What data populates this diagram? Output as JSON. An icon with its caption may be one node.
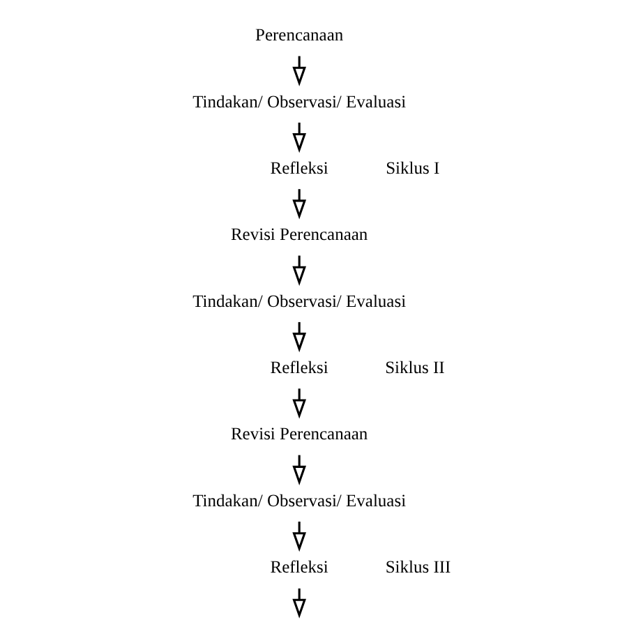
{
  "diagram": {
    "nodes": [
      {
        "text": [
          "Perencanaan"
        ]
      },
      {
        "text": [
          "Refleksi"
        ]
      },
      {
        "text": [
          "Tindakan/ Observasi/ Evaluasi"
        ]
      },
      {
        "text": [
          "Revisi Perencanaan"
        ]
      },
      {
        "text": [
          "Refleksi"
        ]
      },
      {
        "text": [
          "Tindakan/ Observasi/ Evaluasi"
        ]
      },
      {
        "text": [
          "Revisi Perencanaan"
        ]
      },
      {
        "text": [
          "Refleksi"
        ]
      },
      {
        "text": [
          "Tindakan/ Observasi/ Evaluasi"
        ]
      }
    ],
    "edges": [
      {
        "from": 0,
        "to": 2,
        "arrow": "to"
      },
      {
        "from": 2,
        "to": 1,
        "arrow": "to"
      },
      {
        "from": 1,
        "to": 3,
        "arrow": "to"
      },
      {
        "from": 3,
        "to": 5,
        "arrow": "to"
      },
      {
        "from": 5,
        "to": 4,
        "arrow": "to"
      },
      {
        "from": 4,
        "to": 6,
        "arrow": "to"
      },
      {
        "from": 6,
        "to": 8,
        "arrow": "to"
      },
      {
        "from": 8,
        "to": 7,
        "arrow": "to"
      },
      {
        "from": 7,
        "to": null,
        "arrow": "to"
      }
    ],
    "labels": [
      "Siklus I",
      "Siklus II",
      "Siklus III"
    ]
  }
}
